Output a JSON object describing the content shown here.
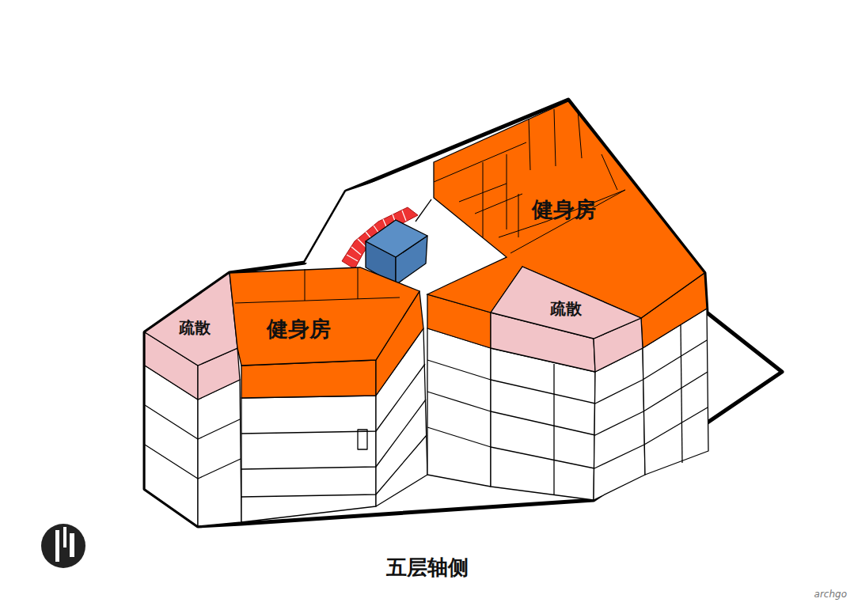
{
  "diagram": {
    "caption": "五层轴侧",
    "nodes": [
      {
        "text": [
          "疏散"
        ]
      },
      {
        "text": [
          "健身房"
        ]
      },
      {
        "text": [
          "健身房"
        ]
      },
      {
        "text": [
          "疏散"
        ]
      }
    ],
    "labels": [
      "archgo"
    ]
  }
}
